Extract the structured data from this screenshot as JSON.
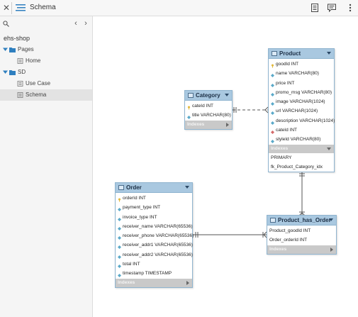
{
  "toolbar": {
    "title": "Schema",
    "icons": [
      "close-icon",
      "menu-icon",
      "document-icon",
      "comment-icon",
      "more-vertical-icon"
    ]
  },
  "sidebar": {
    "project": "ehs-shop",
    "items": [
      {
        "label": "Pages",
        "type": "folder"
      },
      {
        "label": "Home",
        "type": "page"
      },
      {
        "label": "SD",
        "type": "folder"
      },
      {
        "label": "Use Case",
        "type": "page"
      },
      {
        "label": "Schema",
        "type": "page",
        "active": true
      }
    ]
  },
  "diagram": {
    "indexes_label": "Indexes",
    "tables": {
      "category": {
        "name": "Category",
        "columns": [
          {
            "text": "cateId INT",
            "kind": "pk"
          },
          {
            "text": "title VARCHAR(80)",
            "kind": "col"
          }
        ]
      },
      "product": {
        "name": "Product",
        "columns": [
          {
            "text": "goodId INT",
            "kind": "pk"
          },
          {
            "text": "name VARCHAR(80)",
            "kind": "col"
          },
          {
            "text": "price INT",
            "kind": "col"
          },
          {
            "text": "promo_msg VARCHAR(80)",
            "kind": "col"
          },
          {
            "text": "image VARCHAR(1024)",
            "kind": "col"
          },
          {
            "text": "url VARCHAR(1024)",
            "kind": "col"
          },
          {
            "text": "description VARCHAR(1024)",
            "kind": "col"
          },
          {
            "text": "cateId INT",
            "kind": "fk"
          },
          {
            "text": "styleId VARCHAR(80)",
            "kind": "col"
          }
        ],
        "indexes": [
          "PRIMARY",
          "fk_Product_Category_idx"
        ]
      },
      "order": {
        "name": "Order",
        "columns": [
          {
            "text": "orderId INT",
            "kind": "pk"
          },
          {
            "text": "payment_type INT",
            "kind": "col"
          },
          {
            "text": "invoice_type INT",
            "kind": "col"
          },
          {
            "text": "receiver_name VARCHAR(65536)",
            "kind": "col"
          },
          {
            "text": "receiver_phone VARCHAR(65536)",
            "kind": "col"
          },
          {
            "text": "receiver_addr1 VARCHAR(65536)",
            "kind": "col"
          },
          {
            "text": "receiver_addr2 VARCHAR(65536)",
            "kind": "col"
          },
          {
            "text": "total INT",
            "kind": "col"
          },
          {
            "text": "timestamp TIMESTAMP",
            "kind": "col"
          }
        ]
      },
      "product_has_order": {
        "name": "Product_has_Order",
        "columns": [
          {
            "text": "Product_goodId INT",
            "kind": "plain"
          },
          {
            "text": "Order_orderId INT",
            "kind": "plain"
          }
        ]
      }
    }
  },
  "colors": {
    "header": "#a9c8e0",
    "border": "#8fb4cf",
    "key": "#e2b93b",
    "column": "#5aa9c9",
    "foreign_key": "#d46a6a",
    "indexes_bar": "#c9c9c9"
  }
}
